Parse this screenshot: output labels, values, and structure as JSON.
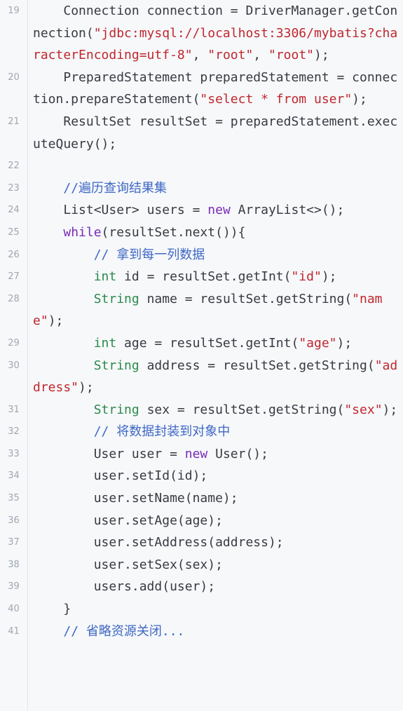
{
  "code_view": {
    "lines": [
      {
        "n": "19",
        "tokens": [
          {
            "t": "    Connection connection = DriverManager.getConnection(",
            "c": "plain"
          },
          {
            "t": "\"jdbc:mysql://localhost:3306/mybatis?characterEncoding=utf-8\"",
            "c": "str"
          },
          {
            "t": ", ",
            "c": "plain"
          },
          {
            "t": "\"root\"",
            "c": "str"
          },
          {
            "t": ", ",
            "c": "plain"
          },
          {
            "t": "\"root\"",
            "c": "str"
          },
          {
            "t": ");",
            "c": "plain"
          }
        ]
      },
      {
        "n": "20",
        "tokens": [
          {
            "t": "    PreparedStatement preparedStatement = connection.prepareStatement(",
            "c": "plain"
          },
          {
            "t": "\"select * from user\"",
            "c": "str"
          },
          {
            "t": ");",
            "c": "plain"
          }
        ]
      },
      {
        "n": "21",
        "tokens": [
          {
            "t": "    ResultSet resultSet = preparedStatement.executeQuery();",
            "c": "plain"
          }
        ]
      },
      {
        "n": "22",
        "tokens": []
      },
      {
        "n": "23",
        "tokens": [
          {
            "t": "    ",
            "c": "plain"
          },
          {
            "t": "//遍历查询结果集",
            "c": "cmt"
          }
        ]
      },
      {
        "n": "24",
        "tokens": [
          {
            "t": "    List<User> users = ",
            "c": "plain"
          },
          {
            "t": "new",
            "c": "kw"
          },
          {
            "t": " ArrayList<>();",
            "c": "plain"
          }
        ]
      },
      {
        "n": "25",
        "tokens": [
          {
            "t": "    ",
            "c": "plain"
          },
          {
            "t": "while",
            "c": "kw"
          },
          {
            "t": "(resultSet.next()){",
            "c": "plain"
          }
        ]
      },
      {
        "n": "26",
        "tokens": [
          {
            "t": "        ",
            "c": "plain"
          },
          {
            "t": "// 拿到每一列数据",
            "c": "cmt"
          }
        ]
      },
      {
        "n": "27",
        "tokens": [
          {
            "t": "        ",
            "c": "plain"
          },
          {
            "t": "int",
            "c": "typ"
          },
          {
            "t": " id = resultSet.getInt(",
            "c": "plain"
          },
          {
            "t": "\"id\"",
            "c": "str"
          },
          {
            "t": ");",
            "c": "plain"
          }
        ]
      },
      {
        "n": "28",
        "tokens": [
          {
            "t": "        ",
            "c": "plain"
          },
          {
            "t": "String",
            "c": "typ"
          },
          {
            "t": " name = resultSet.getString(",
            "c": "plain"
          },
          {
            "t": "\"name\"",
            "c": "str"
          },
          {
            "t": ");",
            "c": "plain"
          }
        ]
      },
      {
        "n": "29",
        "tokens": [
          {
            "t": "        ",
            "c": "plain"
          },
          {
            "t": "int",
            "c": "typ"
          },
          {
            "t": " age = resultSet.getInt(",
            "c": "plain"
          },
          {
            "t": "\"age\"",
            "c": "str"
          },
          {
            "t": ");",
            "c": "plain"
          }
        ]
      },
      {
        "n": "30",
        "tokens": [
          {
            "t": "        ",
            "c": "plain"
          },
          {
            "t": "String",
            "c": "typ"
          },
          {
            "t": " address = resultSet.getString(",
            "c": "plain"
          },
          {
            "t": "\"address\"",
            "c": "str"
          },
          {
            "t": ");",
            "c": "plain"
          }
        ]
      },
      {
        "n": "31",
        "tokens": [
          {
            "t": "        ",
            "c": "plain"
          },
          {
            "t": "String",
            "c": "typ"
          },
          {
            "t": " sex = resultSet.getString(",
            "c": "plain"
          },
          {
            "t": "\"sex\"",
            "c": "str"
          },
          {
            "t": ");",
            "c": "plain"
          }
        ]
      },
      {
        "n": "32",
        "tokens": [
          {
            "t": "        ",
            "c": "plain"
          },
          {
            "t": "// 将数据封装到对象中",
            "c": "cmt"
          }
        ]
      },
      {
        "n": "33",
        "tokens": [
          {
            "t": "        User user = ",
            "c": "plain"
          },
          {
            "t": "new",
            "c": "kw"
          },
          {
            "t": " User();",
            "c": "plain"
          }
        ]
      },
      {
        "n": "34",
        "tokens": [
          {
            "t": "        user.setId(id);",
            "c": "plain"
          }
        ]
      },
      {
        "n": "35",
        "tokens": [
          {
            "t": "        user.setName(name);",
            "c": "plain"
          }
        ]
      },
      {
        "n": "36",
        "tokens": [
          {
            "t": "        user.setAge(age);",
            "c": "plain"
          }
        ]
      },
      {
        "n": "37",
        "tokens": [
          {
            "t": "        user.setAddress(address);",
            "c": "plain"
          }
        ]
      },
      {
        "n": "38",
        "tokens": [
          {
            "t": "        user.setSex(sex);",
            "c": "plain"
          }
        ]
      },
      {
        "n": "39",
        "tokens": [
          {
            "t": "        users.add(user);",
            "c": "plain"
          }
        ]
      },
      {
        "n": "40",
        "tokens": [
          {
            "t": "    }",
            "c": "plain"
          }
        ]
      },
      {
        "n": "41",
        "tokens": [
          {
            "t": "    ",
            "c": "plain"
          },
          {
            "t": "// 省略资源关闭...",
            "c": "cmt"
          }
        ]
      }
    ]
  },
  "colors": {
    "background": "#f6f8fa",
    "gutter_text": "#a0a7b2",
    "plain": "#383a42",
    "string": "#c0272d",
    "keyword": "#7a2ab7",
    "type": "#2c8a4c",
    "comment": "#3f67c4"
  }
}
